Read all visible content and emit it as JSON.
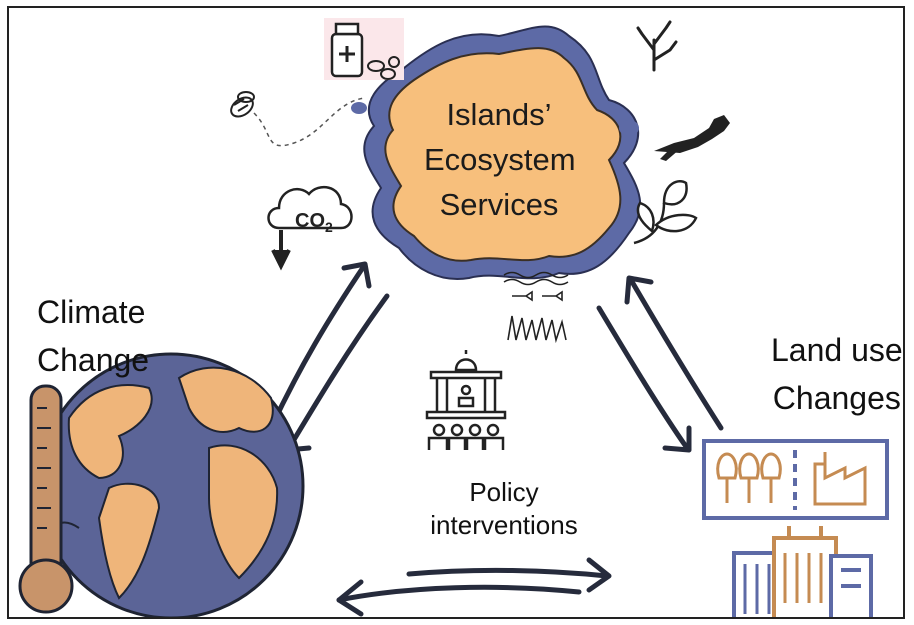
{
  "center": {
    "title_lines": [
      "Islands’",
      "Ecosystem",
      "Services"
    ]
  },
  "left": {
    "label_lines": [
      "Climate",
      "Change"
    ]
  },
  "right": {
    "label_lines": [
      "Land use",
      "Changes"
    ]
  },
  "bottom": {
    "label_lines": [
      "Policy",
      "interventions"
    ]
  },
  "icons": {
    "co2_text": "CO",
    "co2_sub": "2"
  },
  "colors": {
    "island_fill": "#f7bf7c",
    "island_border": "#5d6aa6",
    "ocean": "#5b6497",
    "land": "#efb57a",
    "ink": "#1f2433",
    "thermometer": "#c8946a"
  }
}
